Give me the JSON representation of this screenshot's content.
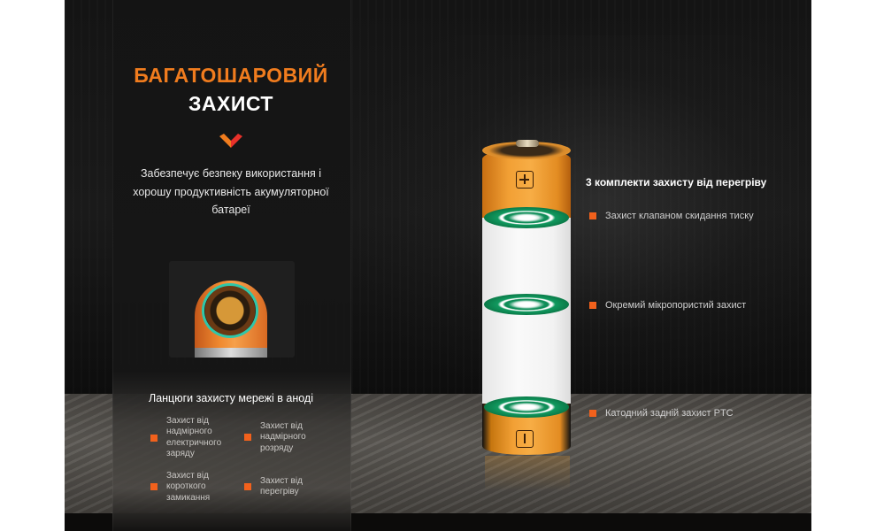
{
  "hero": {
    "title_line1": "БАГАТОШАРОВИЙ",
    "title_line2": "ЗАХИСТ",
    "description": "Забезпечує безпеку використання і хорошу продуктивність акумуляторної батареї",
    "accent_color": "#f07c1e"
  },
  "anode": {
    "title": "Ланцюги захисту мережі в аноді",
    "features": [
      {
        "label": "Захист від надмірного електричного заряду"
      },
      {
        "label": "Захист від надмірного розряду"
      },
      {
        "label": "Захист від короткого замикання"
      },
      {
        "label": "Захист від перегріву"
      }
    ]
  },
  "overheat": {
    "title": "3 комплекти захисту від перегріву",
    "items": [
      {
        "label": "Захист клапаном скидання тиску"
      },
      {
        "label": "Окремий мікропористий захист"
      },
      {
        "label": "Катодний задній захист PTC"
      }
    ]
  },
  "battery": {
    "plus_icon": "plus-terminal-icon",
    "minus_icon": "minus-terminal-icon",
    "colors": {
      "body": "#f2a035",
      "ring": "#0d8a55"
    }
  }
}
